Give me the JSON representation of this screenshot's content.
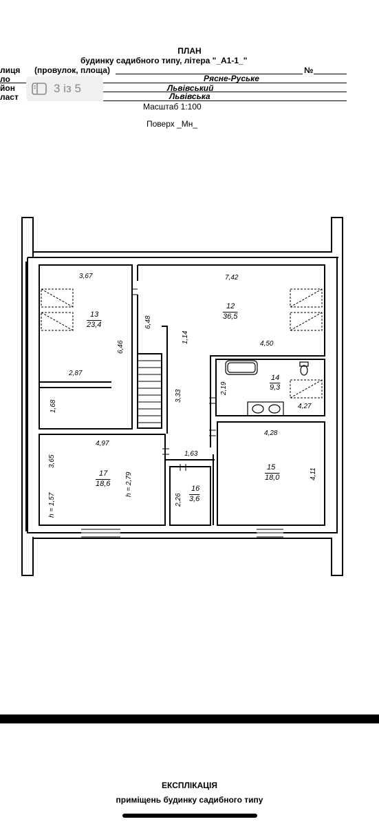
{
  "header": {
    "title": "ПЛАН",
    "subtitle_prefix": "будинку садибного типу, літера \"",
    "litera": "_А1-1_",
    "subtitle_suffix": "\"",
    "row_street_label": "лиця",
    "row_street_sub": "(провулок, площа)",
    "number_label": "№",
    "row_village_label": "ло",
    "row_village_value": "Рясне-Руське",
    "row_district_label": "йон",
    "row_district_value": "Львівський",
    "row_region_label": "ласт",
    "row_region_value": "Львівська",
    "scale": "Масштаб 1:100",
    "floor_prefix": "Поверх ",
    "floor_value": "_Мн_"
  },
  "pager": {
    "icon": "sidebar-icon",
    "text": "3 із 5"
  },
  "rooms": [
    {
      "id": "13",
      "area": "23,4"
    },
    {
      "id": "12",
      "area": "36,5"
    },
    {
      "id": "14",
      "area": "9,3"
    },
    {
      "id": "17",
      "area": "18,6"
    },
    {
      "id": "16",
      "area": "3,6"
    },
    {
      "id": "15",
      "area": "18,0"
    }
  ],
  "dims": {
    "d367": "3,67",
    "d742": "7,42",
    "d648": "6,48",
    "d646": "6,46",
    "d114": "1,14",
    "d450": "4,50",
    "d287": "2,87",
    "d219": "2,19",
    "d333": "3,33",
    "d168": "1,68",
    "d427": "4,27",
    "d497": "4,97",
    "d428": "4,28",
    "d365": "3,65",
    "d163": "1,63",
    "d279": "h = 2,79",
    "d157": "h = 1,57",
    "d226": "2,26",
    "d411": "4,11"
  },
  "explication": {
    "title": "ЕКСПЛІКАЦІЯ",
    "subtitle": "приміщень будинку садибного типу"
  }
}
